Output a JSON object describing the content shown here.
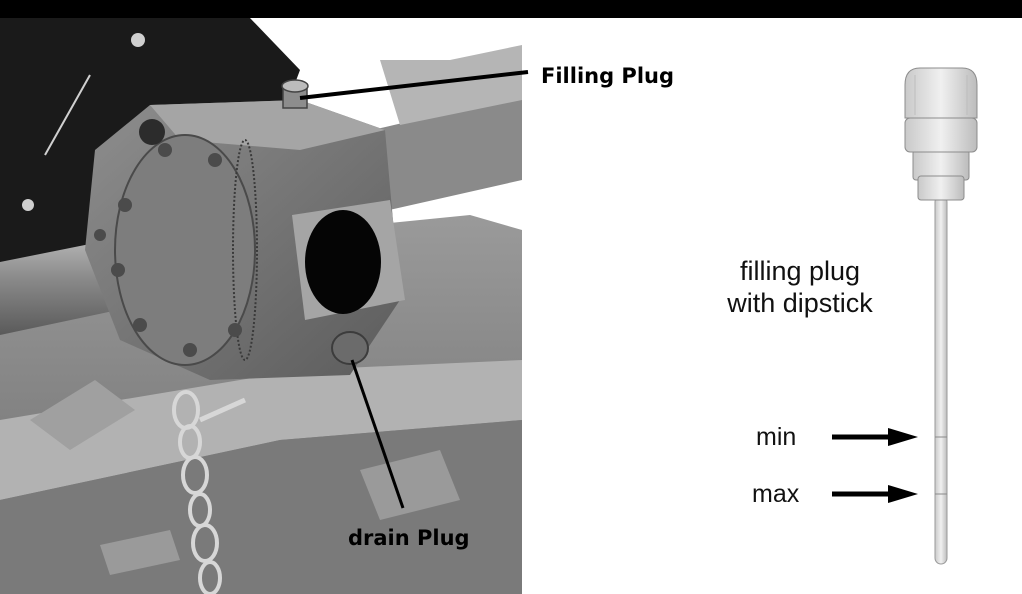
{
  "figure": {
    "callout_filling": "Filling Plug",
    "callout_drain": "drain Plug",
    "caption_line1": "filling plug",
    "caption_line2": "with dipstick",
    "mark_min": "min",
    "mark_max": "max"
  },
  "colors": {
    "ink": "#000000",
    "metal_light": "#d9d9d9",
    "metal_mid": "#9a9a9a",
    "metal_dark": "#5e5e5e",
    "background": "#ffffff"
  }
}
